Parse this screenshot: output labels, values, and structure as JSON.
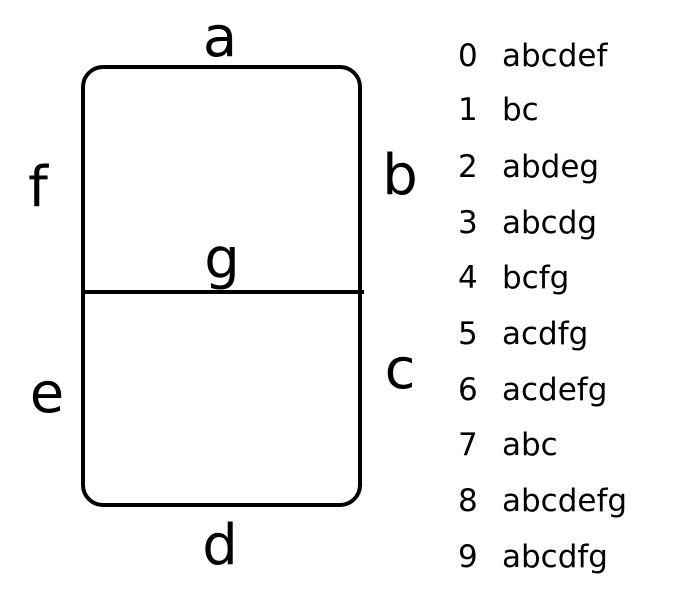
{
  "segments": {
    "a": "a",
    "b": "b",
    "c": "c",
    "d": "d",
    "e": "e",
    "f": "f",
    "g": "g"
  },
  "legend": [
    {
      "digit": "0",
      "segments": "abcdef"
    },
    {
      "digit": "1",
      "segments": "bc"
    },
    {
      "digit": "2",
      "segments": "abdeg"
    },
    {
      "digit": "3",
      "segments": "abcdg"
    },
    {
      "digit": "4",
      "segments": "bcfg"
    },
    {
      "digit": "5",
      "segments": "acdfg"
    },
    {
      "digit": "6",
      "segments": "acdefg"
    },
    {
      "digit": "7",
      "segments": "abc"
    },
    {
      "digit": "8",
      "segments": "abcdefg"
    },
    {
      "digit": "9",
      "segments": "abcdfg"
    }
  ]
}
